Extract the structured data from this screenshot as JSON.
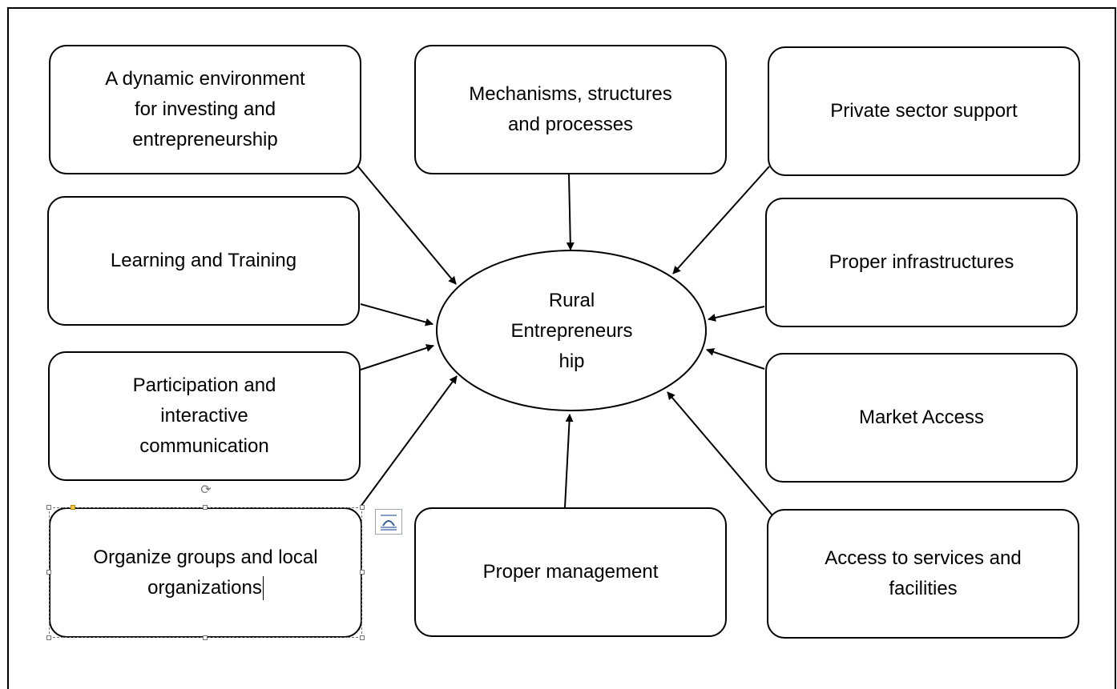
{
  "diagram": {
    "center": {
      "label": "Rural\nEntrepreneurs\nhip"
    },
    "nodes": [
      {
        "id": "dynamic-environment",
        "label": "A dynamic environment\nfor investing and\nentrepreneurship"
      },
      {
        "id": "mechanisms",
        "label": "Mechanisms, structures\nand processes"
      },
      {
        "id": "private-sector",
        "label": "Private sector support"
      },
      {
        "id": "learning",
        "label": "Learning and Training"
      },
      {
        "id": "infrastructures",
        "label": "Proper infrastructures"
      },
      {
        "id": "participation",
        "label": "Participation and\ninteractive\ncommunication"
      },
      {
        "id": "market-access",
        "label": "Market Access"
      },
      {
        "id": "organize-groups",
        "label": "Organize groups and local\norganizations"
      },
      {
        "id": "management",
        "label": "Proper management"
      },
      {
        "id": "services",
        "label": "Access to services and\nfacilities"
      }
    ],
    "edges": [
      {
        "from": "dynamic-environment",
        "to": "center"
      },
      {
        "from": "mechanisms",
        "to": "center"
      },
      {
        "from": "private-sector",
        "to": "center"
      },
      {
        "from": "learning",
        "to": "center"
      },
      {
        "from": "infrastructures",
        "to": "center"
      },
      {
        "from": "participation",
        "to": "center"
      },
      {
        "from": "market-access",
        "to": "center"
      },
      {
        "from": "organize-groups",
        "to": "center"
      },
      {
        "from": "management",
        "to": "center"
      },
      {
        "from": "services",
        "to": "center"
      }
    ]
  },
  "editor": {
    "selected_node": "organize-groups",
    "layout_options_icon": "layout-options-icon",
    "rotate_icon": "rotate-handle-icon"
  }
}
